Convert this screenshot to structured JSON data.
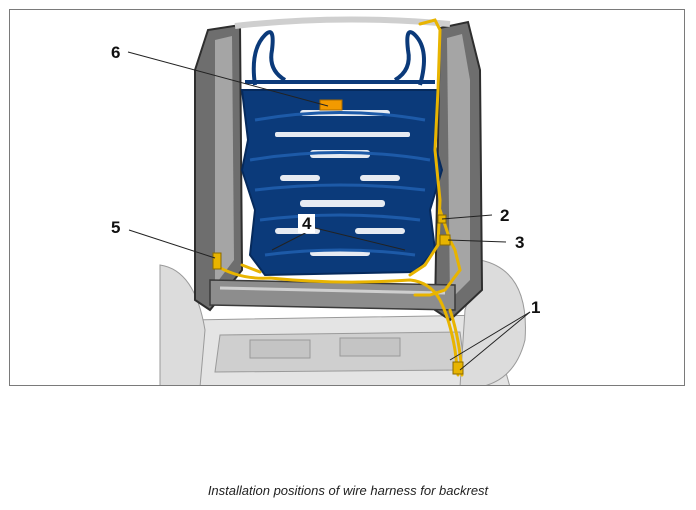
{
  "figure": {
    "callouts": [
      {
        "id": "1",
        "label": "1"
      },
      {
        "id": "2",
        "label": "2"
      },
      {
        "id": "3",
        "label": "3"
      },
      {
        "id": "4",
        "label": "4"
      },
      {
        "id": "5",
        "label": "5"
      },
      {
        "id": "6",
        "label": "6"
      }
    ],
    "colors": {
      "seat_mat": "#0b3a7a",
      "wire_harness": "#e8b400",
      "connector": "#f29a00",
      "frame": "#3c3c3c",
      "frame_light": "#bfbfbf"
    }
  },
  "caption": "Installation positions of wire harness for backrest"
}
